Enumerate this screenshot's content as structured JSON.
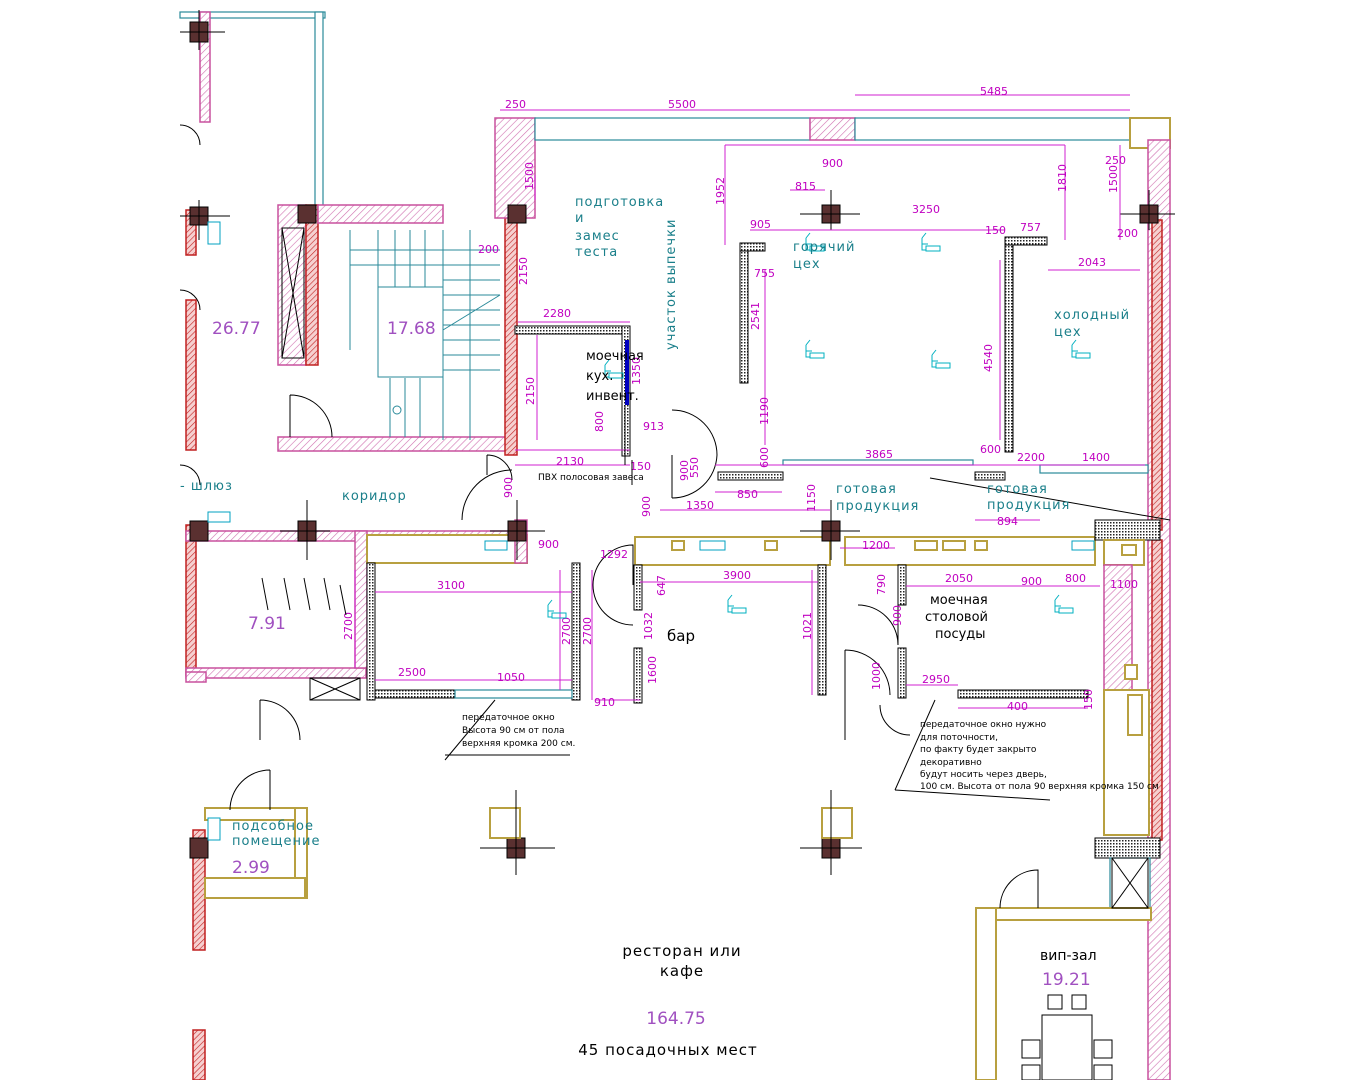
{
  "rooms": {
    "podgotovka": [
      "подготовка",
      "и",
      "замес",
      "теста"
    ],
    "goryachiy": [
      "горячий",
      "цех"
    ],
    "holodny": [
      "холодный",
      "цех"
    ],
    "uchastok": "участок выпечки",
    "moechnaya_kuh": [
      "моечная",
      "кух.",
      "инвент."
    ],
    "koridor": "коридор",
    "shlyuz": "- шлюз",
    "gotovaya1": [
      "готовая",
      "продукция"
    ],
    "gotovaya2": [
      "готовая",
      "продукция"
    ],
    "bar": "бар",
    "moechnaya_stol": [
      "моечная",
      "столовой",
      "посуды"
    ],
    "podsobnoe": [
      "подсобное",
      "помещение"
    ],
    "restoran": [
      "ресторан или",
      "кафе"
    ],
    "vip": "вип-зал",
    "seats": "45 посадочных мест"
  },
  "areas": {
    "left_room": "26.77",
    "stair": "17.68",
    "small": "7.91",
    "podsobnoe": "2.99",
    "vip": "19.21",
    "restoran": "164.75"
  },
  "dims": [
    "250",
    "5500",
    "5485",
    "1500",
    "900",
    "815",
    "1952",
    "3250",
    "905",
    "150",
    "757",
    "250",
    "1500",
    "1810",
    "200",
    "200",
    "2150",
    "755",
    "2043",
    "2280",
    "2541",
    "4540",
    "1350",
    "2150",
    "1190",
    "913",
    "800",
    "150",
    "2130",
    "006",
    "550",
    "600",
    "3865",
    "600",
    "2200",
    "1400",
    "900",
    "1292",
    "850",
    "1150",
    "900",
    "1350",
    "894",
    "900",
    "1200",
    "3100",
    "647",
    "3900",
    "790",
    "2050",
    "900",
    "800",
    "1100",
    "006",
    "2700",
    "1032",
    "2700",
    "2700",
    "1021",
    "1600",
    "2500",
    "1050",
    "910",
    "1000",
    "2950",
    "400",
    "150"
  ],
  "notes": {
    "pvh": "ПВХ полосовая завеса",
    "window1": [
      "передаточное окно",
      "Высота 90 см от пола",
      "верхняя кромка 200 см."
    ],
    "window2": [
      "передаточное окно нужно",
      "для поточности,",
      "по факту будет закрыто",
      "декоративно",
      "будут носить через дверь,",
      "100 см. Высота от пола 90 верхняя кромка 150 см"
    ]
  }
}
